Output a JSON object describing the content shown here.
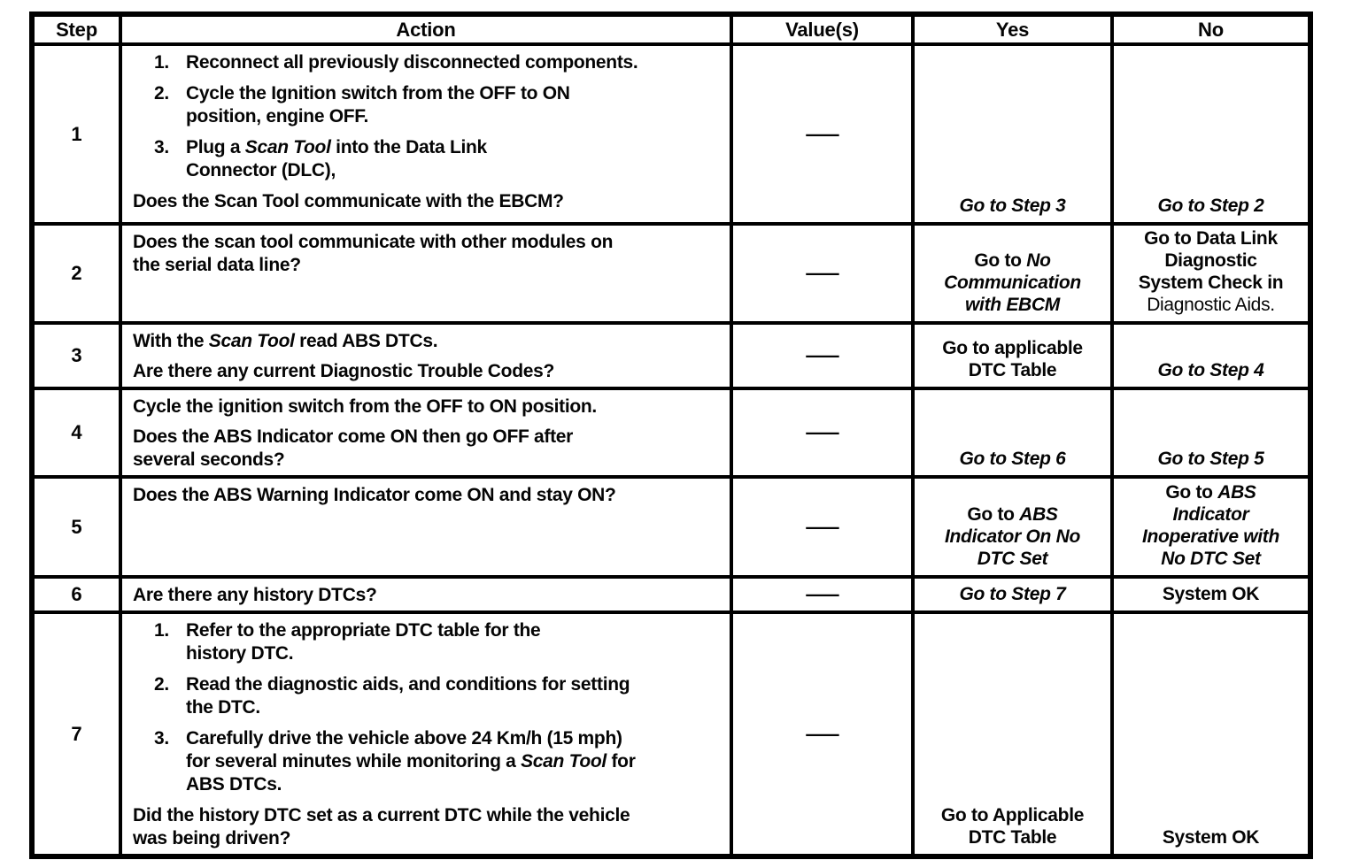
{
  "table": {
    "headers": {
      "step": "Step",
      "action": "Action",
      "values": "Value(s)",
      "yes": "Yes",
      "no": "No"
    },
    "rows": [
      {
        "step": "1",
        "items": [
          {
            "n": "1.",
            "text": [
              [
                {
                  "t": "Reconnect all previously disconnected components."
                }
              ]
            ]
          },
          {
            "n": "2.",
            "text": [
              [
                {
                  "t": "Cycle the Ignition switch from the OFF to ON"
                }
              ],
              [
                {
                  "t": "position, engine OFF."
                }
              ]
            ]
          },
          {
            "n": "3.",
            "text": [
              [
                {
                  "t": "Plug a "
                },
                {
                  "t": "Scan Tool",
                  "i": true
                },
                {
                  "t": " into the Data Link"
                }
              ],
              [
                {
                  "t": "Connector (DLC),"
                }
              ]
            ]
          }
        ],
        "question": [
          [
            {
              "t": "Does the Scan Tool communicate with the EBCM?"
            }
          ]
        ],
        "value": "—",
        "yes": [
          [
            {
              "t": "Go to Step 3",
              "i": true
            }
          ]
        ],
        "no": [
          [
            {
              "t": "Go to Step 2",
              "i": true
            }
          ]
        ]
      },
      {
        "step": "2",
        "paras": [
          [
            [
              {
                "t": "Does the scan tool communicate with other modules on"
              }
            ],
            [
              {
                "t": "the serial data line?"
              }
            ]
          ]
        ],
        "value": "—",
        "yes": [
          [
            {
              "t": "Go to "
            },
            {
              "t": "No",
              "i": true
            }
          ],
          [
            {
              "t": "Communication",
              "i": true
            }
          ],
          [
            {
              "t": "with EBCM",
              "i": true
            }
          ]
        ],
        "no": [
          [
            {
              "t": "Go to Data Link"
            }
          ],
          [
            {
              "t": "Diagnostic"
            }
          ],
          [
            {
              "t": "System Check in"
            }
          ],
          [
            {
              "t": "Diagnostic Aids.",
              "w": "n"
            }
          ]
        ]
      },
      {
        "step": "3",
        "paras": [
          [
            [
              {
                "t": "With the "
              },
              {
                "t": "Scan Tool",
                "i": true
              },
              {
                "t": " read ABS DTCs."
              }
            ]
          ],
          [
            [
              {
                "t": "Are there any current Diagnostic Trouble Codes?"
              }
            ]
          ]
        ],
        "value": "—",
        "yes": [
          [
            {
              "t": "Go to applicable"
            }
          ],
          [
            {
              "t": "DTC Table"
            }
          ]
        ],
        "no": [
          [
            {
              "t": "Go to Step 4",
              "i": true
            }
          ]
        ]
      },
      {
        "step": "4",
        "paras": [
          [
            [
              {
                "t": "Cycle the ignition switch from the OFF to ON position."
              }
            ]
          ],
          [
            [
              {
                "t": "Does the ABS Indicator come ON then go OFF after"
              }
            ],
            [
              {
                "t": "several seconds?"
              }
            ]
          ]
        ],
        "value": "—",
        "yes": [
          [
            {
              "t": "Go to Step 6",
              "i": true
            }
          ]
        ],
        "no": [
          [
            {
              "t": "Go to Step 5",
              "i": true
            }
          ]
        ]
      },
      {
        "step": "5",
        "paras": [
          [
            [
              {
                "t": "Does the ABS Warning Indicator come ON and stay ON?"
              }
            ]
          ]
        ],
        "value": "—",
        "yes": [
          [
            {
              "t": "Go to "
            },
            {
              "t": "ABS",
              "i": true
            }
          ],
          [
            {
              "t": "Indicator On No",
              "i": true
            }
          ],
          [
            {
              "t": "DTC Set",
              "i": true
            }
          ]
        ],
        "no": [
          [
            {
              "t": "Go to "
            },
            {
              "t": "ABS",
              "i": true
            }
          ],
          [
            {
              "t": "Indicator",
              "i": true
            }
          ],
          [
            {
              "t": "Inoperative with",
              "i": true
            }
          ],
          [
            {
              "t": "No DTC Set",
              "i": true
            }
          ]
        ]
      },
      {
        "step": "6",
        "paras": [
          [
            [
              {
                "t": "Are there any history DTCs?"
              }
            ]
          ]
        ],
        "value": "—",
        "yes": [
          [
            {
              "t": "Go to Step 7",
              "i": true
            }
          ]
        ],
        "no": [
          [
            {
              "t": "System OK"
            }
          ]
        ]
      },
      {
        "step": "7",
        "items": [
          {
            "n": "1.",
            "text": [
              [
                {
                  "t": "Refer to the appropriate DTC table for the"
                }
              ],
              [
                {
                  "t": "history DTC."
                }
              ]
            ]
          },
          {
            "n": "2.",
            "text": [
              [
                {
                  "t": "Read the diagnostic aids, and conditions for setting"
                }
              ],
              [
                {
                  "t": "the DTC."
                }
              ]
            ]
          },
          {
            "n": "3.",
            "text": [
              [
                {
                  "t": "Carefully drive the vehicle above 24 Km/h (15 mph)"
                }
              ],
              [
                {
                  "t": "for several minutes while monitoring a "
                },
                {
                  "t": "Scan Tool",
                  "i": true
                },
                {
                  "t": " for"
                }
              ],
              [
                {
                  "t": "ABS DTCs."
                }
              ]
            ]
          }
        ],
        "question": [
          [
            {
              "t": "Did the history DTC set as a current DTC while the vehicle"
            }
          ],
          [
            {
              "t": "was being driven?"
            }
          ]
        ],
        "value": "—",
        "yes": [
          [
            {
              "t": "Go to Applicable"
            }
          ],
          [
            {
              "t": "DTC Table"
            }
          ]
        ],
        "no": [
          [
            {
              "t": "System OK"
            }
          ]
        ]
      }
    ]
  }
}
